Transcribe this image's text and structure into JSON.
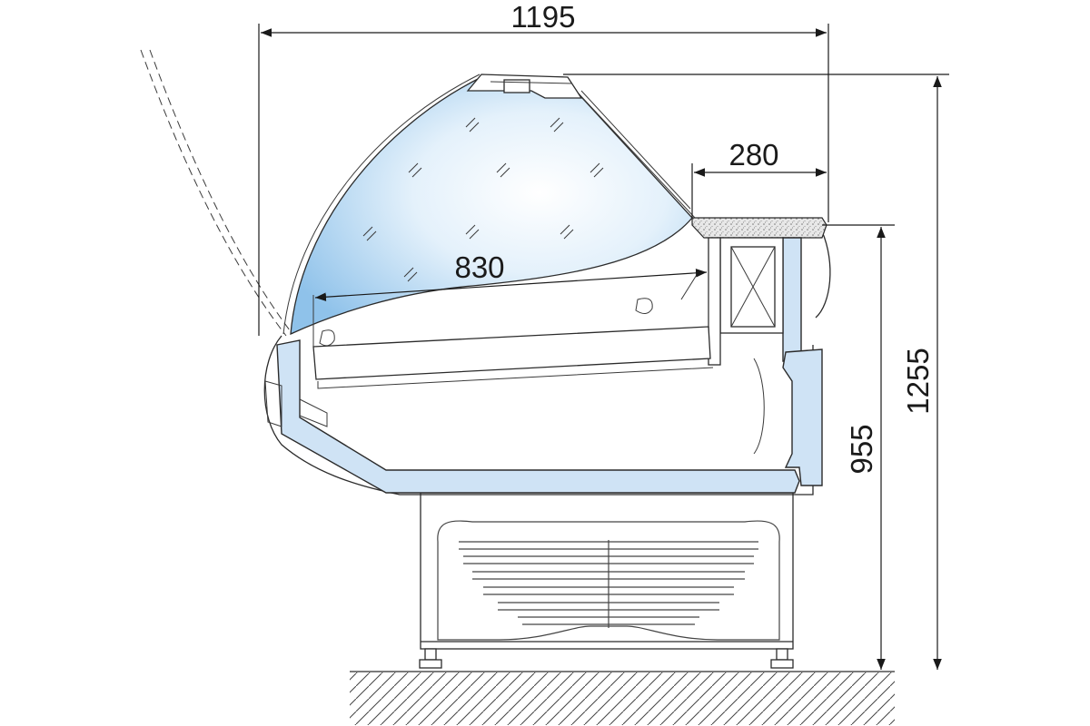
{
  "dimensions": {
    "overall_width": "1195",
    "overall_height": "1255",
    "counter_height": "955",
    "shelf_depth": "830",
    "worktop_depth": "280"
  },
  "colors": {
    "glass": "#b8d8f2",
    "frame": "#cfe3f5",
    "line": "#2b2b2b"
  }
}
